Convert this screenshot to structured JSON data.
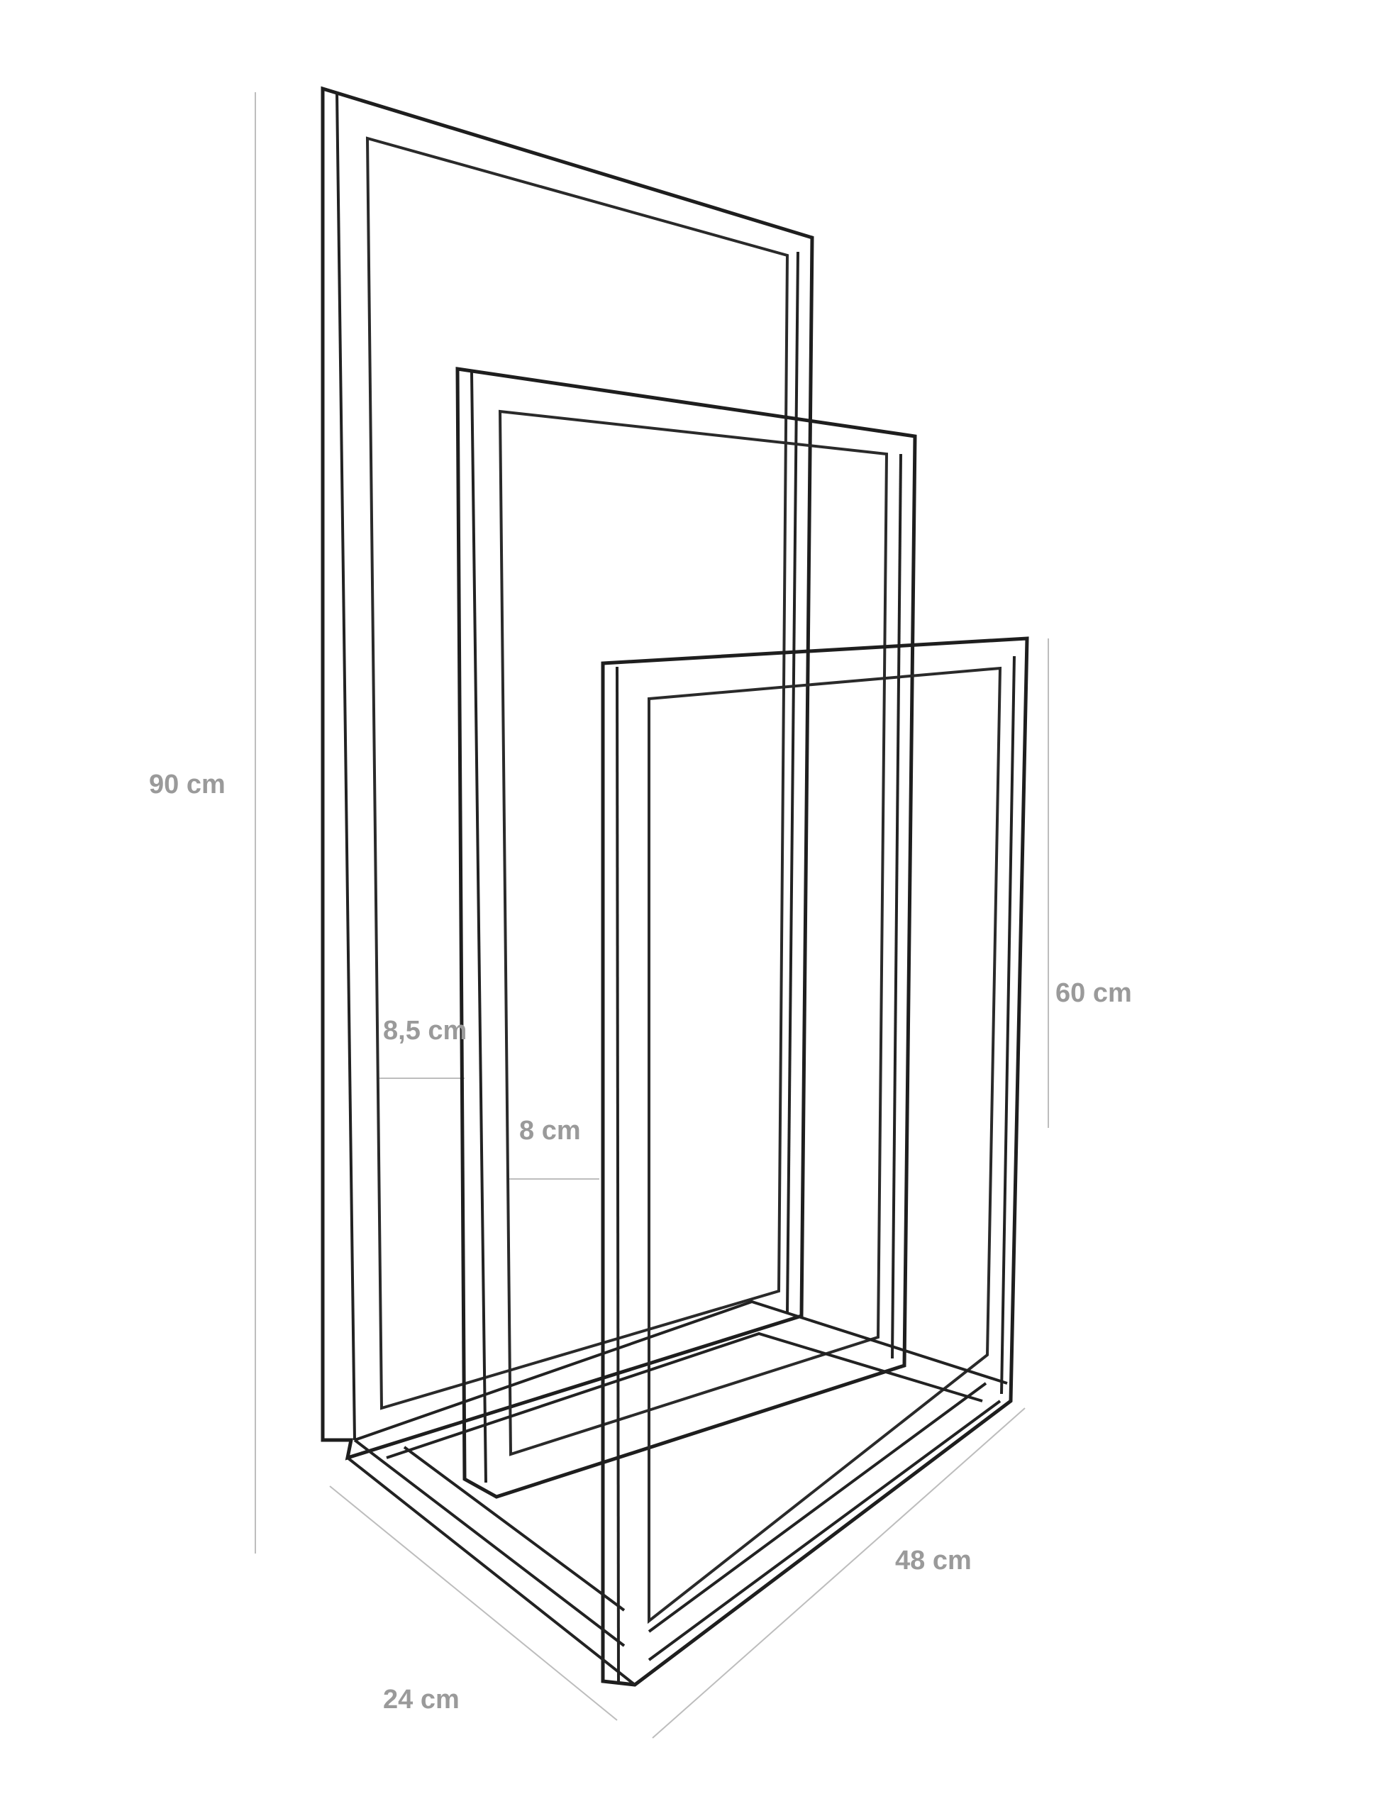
{
  "dimensions": {
    "height_tall": "90 cm",
    "height_short": "60 cm",
    "spacing_first": "8,5 cm",
    "spacing_second": "8 cm",
    "width": "48 cm",
    "depth": "24 cm"
  }
}
